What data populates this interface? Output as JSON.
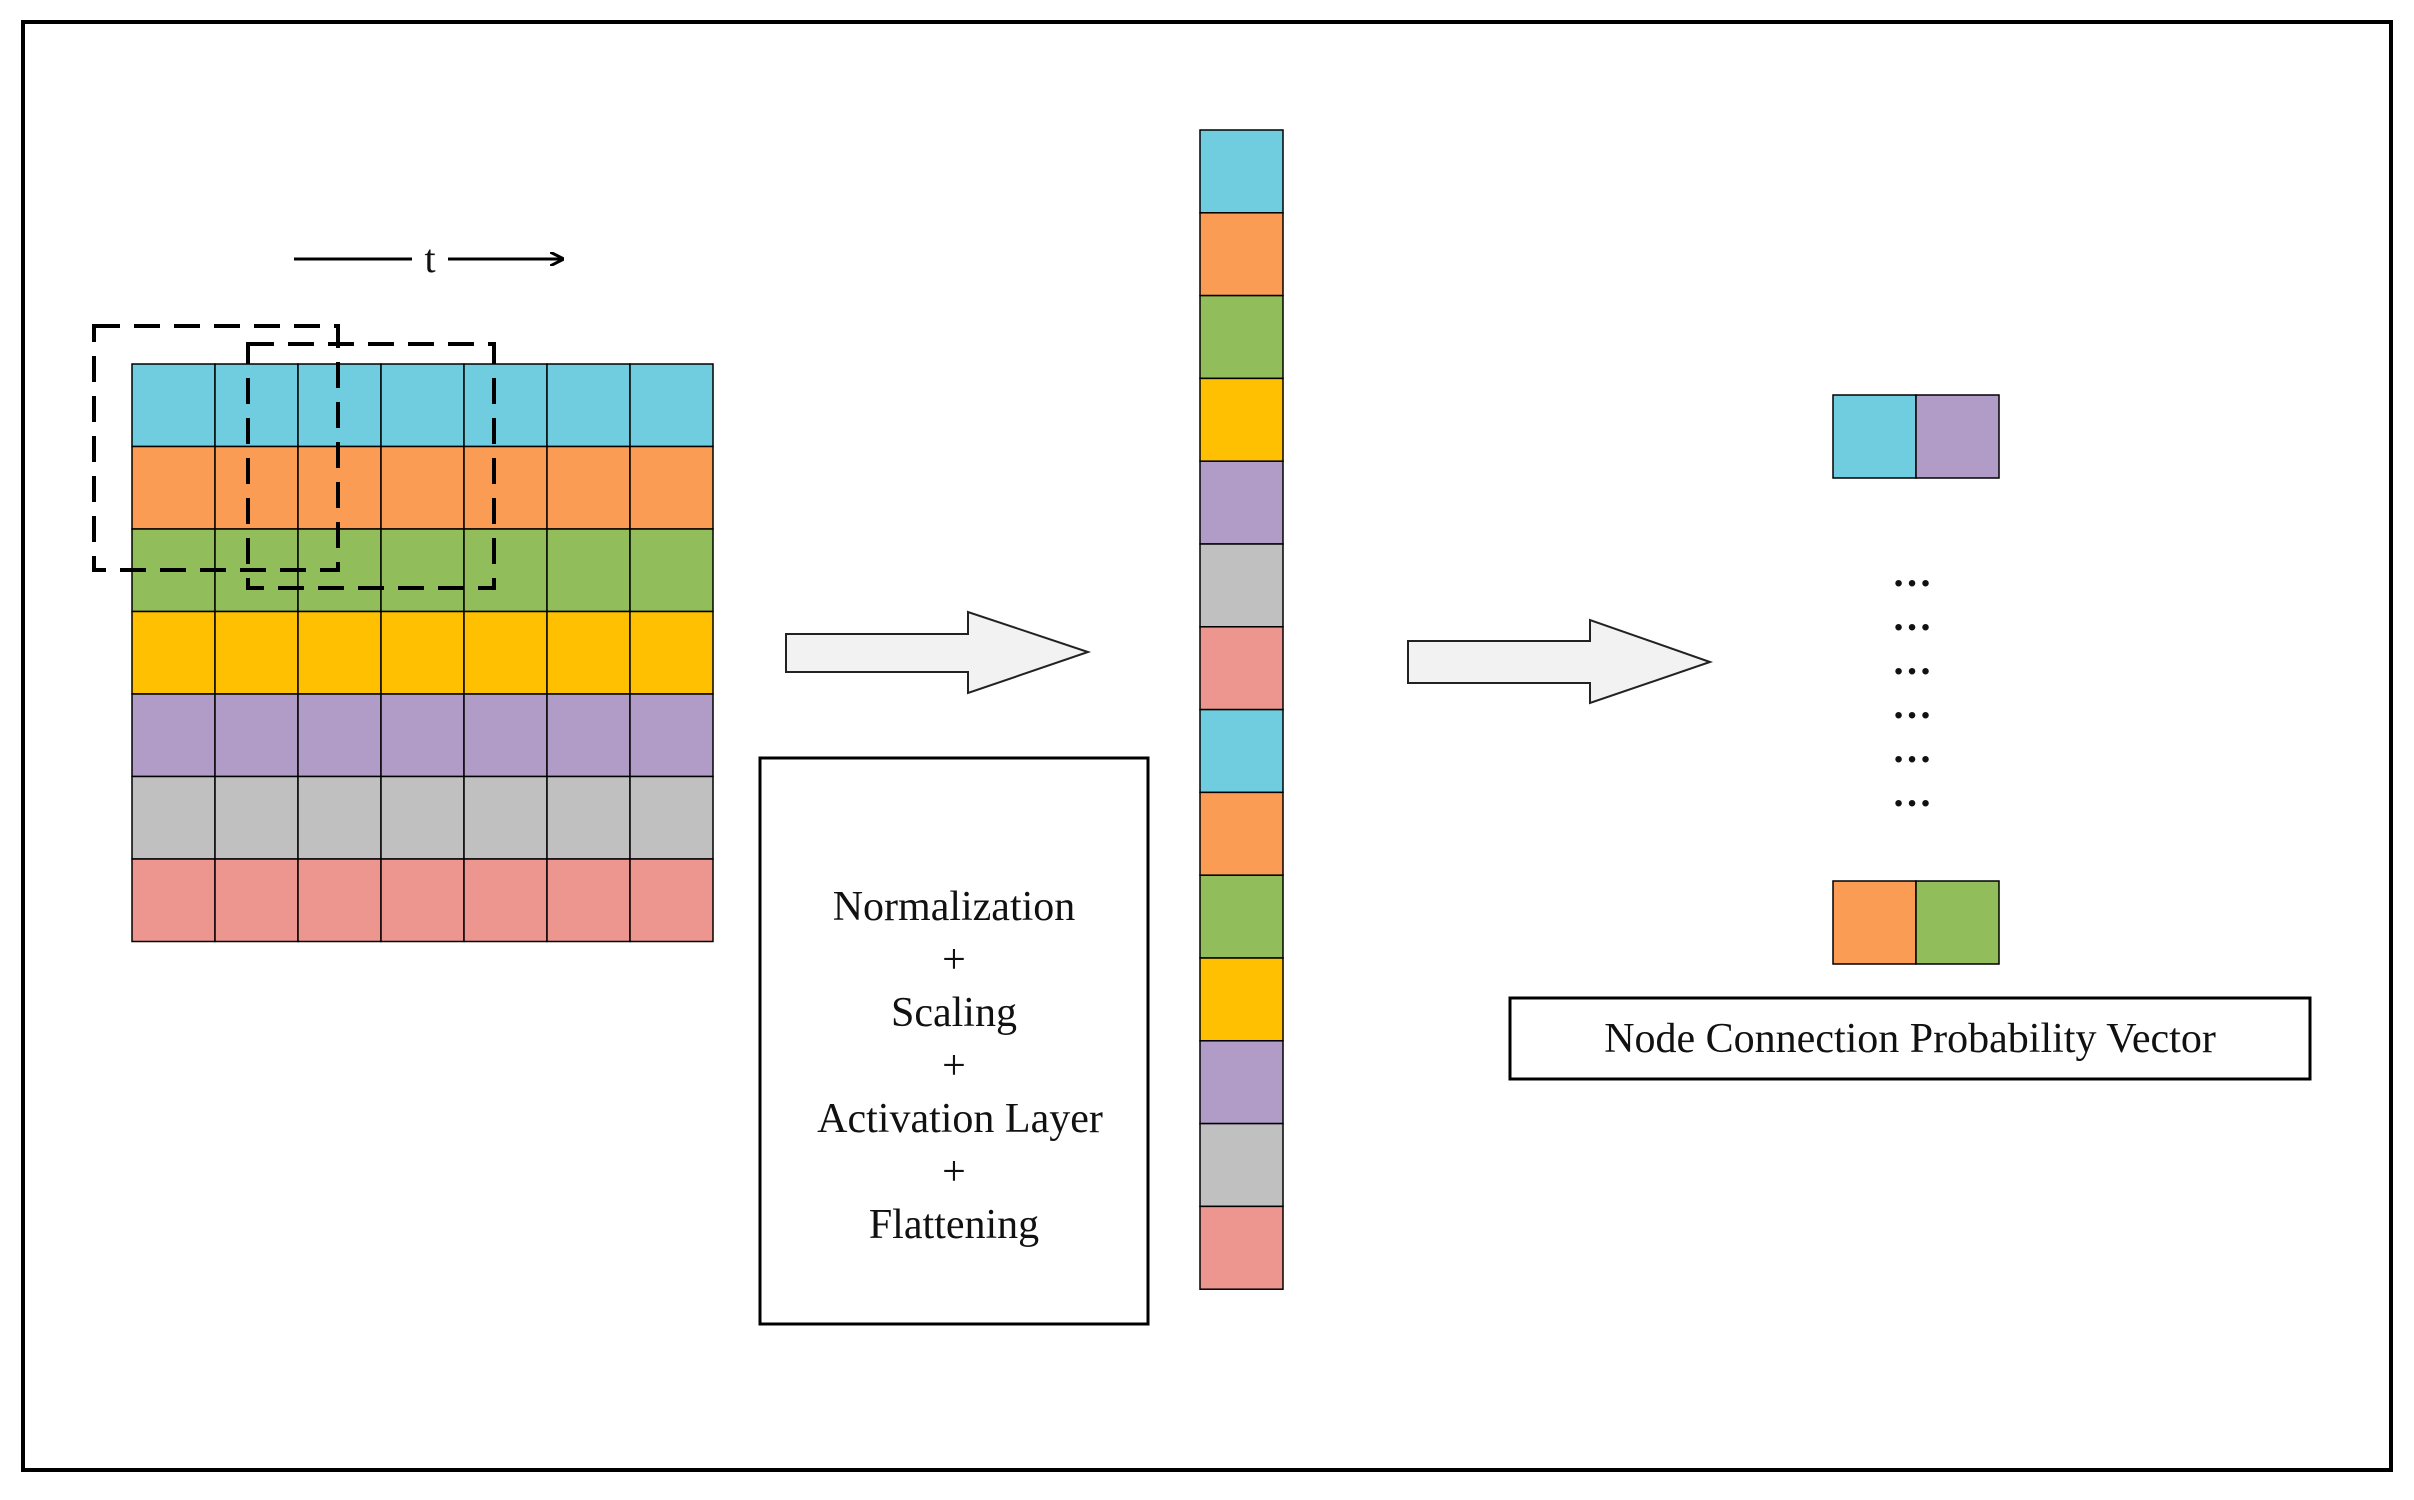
{
  "time_label": "t",
  "process_box": {
    "lines": [
      "Normalization",
      "+",
      "Scaling",
      "+",
      "Activation Layer",
      "+",
      "Flattening"
    ]
  },
  "output_label": "Node Connection Probability Vector",
  "ellipsis_rows": [
    "…",
    "…",
    "…",
    "…",
    "…",
    "…"
  ],
  "matrix": {
    "rows": 7,
    "cols": 7,
    "row_colors": [
      "#6fcddf",
      "#fb9c54",
      "#92bd5b",
      "#fec000",
      "#b09cc6",
      "#c0c0c0",
      "#ed9690"
    ]
  },
  "flattened_vector": {
    "colors": [
      "#6fcddf",
      "#fb9c54",
      "#92bd5b",
      "#fec000",
      "#b09cc6",
      "#c0c0c0",
      "#ed9690",
      "#6fcddf",
      "#fb9c54",
      "#92bd5b",
      "#fec000",
      "#b09cc6",
      "#c0c0c0",
      "#ed9690"
    ]
  },
  "output_pairs": [
    {
      "colors": [
        "#6fcddf",
        "#b09cc6"
      ]
    },
    {
      "colors": [
        "#fb9c54",
        "#92bd5b"
      ]
    }
  ]
}
